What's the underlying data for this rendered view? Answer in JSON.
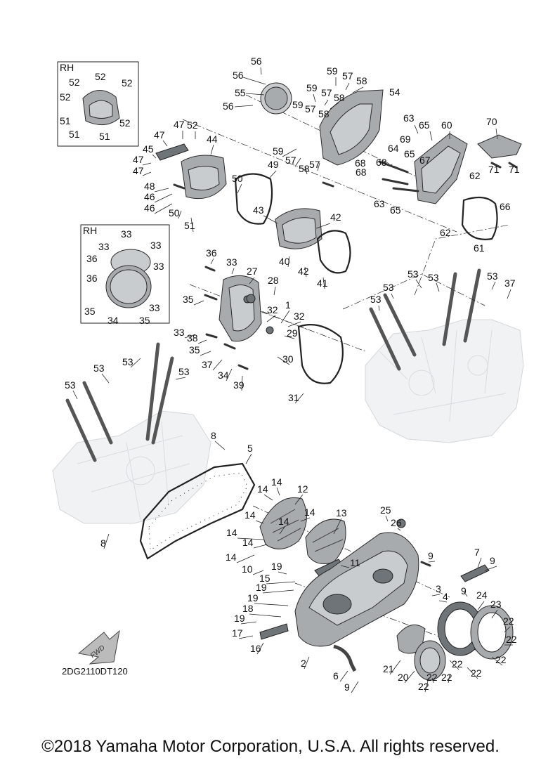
{
  "insets": [
    {
      "id": "rh-upper",
      "title": "RH"
    },
    {
      "id": "rh-lower",
      "title": "RH"
    }
  ],
  "diagram_code": "2DG2110DT120",
  "fwd_label": "FWD",
  "copyright": "©2018 Yamaha Motor Corporation, U.S.A. All rights reserved."
}
